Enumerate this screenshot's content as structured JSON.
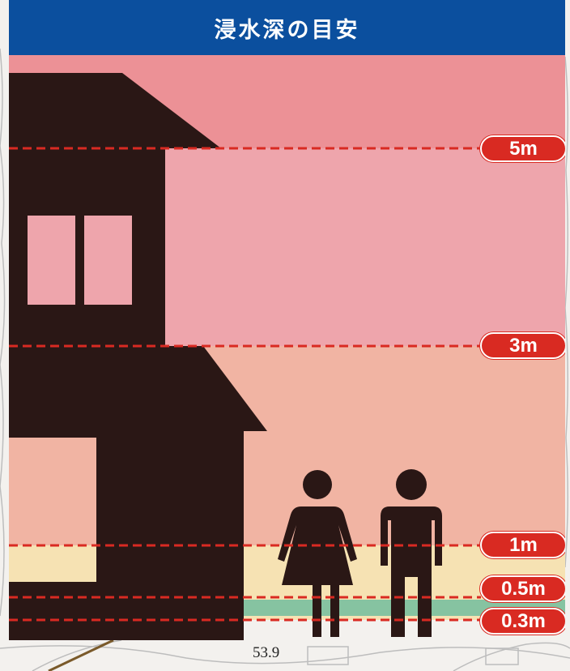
{
  "title": "浸水深の目安",
  "depth_markers": [
    {
      "label": "5m",
      "depth_m": 5
    },
    {
      "label": "3m",
      "depth_m": 3
    },
    {
      "label": "1m",
      "depth_m": 1
    },
    {
      "label": "0.5m",
      "depth_m": 0.5
    },
    {
      "label": "0.3m",
      "depth_m": 0.3
    }
  ],
  "map_label": "53.9",
  "colors": {
    "title_bar": "#0b4f9e",
    "marker": "#d92a22",
    "zone_above_5m": "#ec9196",
    "zone_3_to_5m": "#eea5ac",
    "zone_1_to_3m": "#f1b4a3",
    "zone_below_1m": "#f6e2b3",
    "silhouette": "#2a1715"
  }
}
